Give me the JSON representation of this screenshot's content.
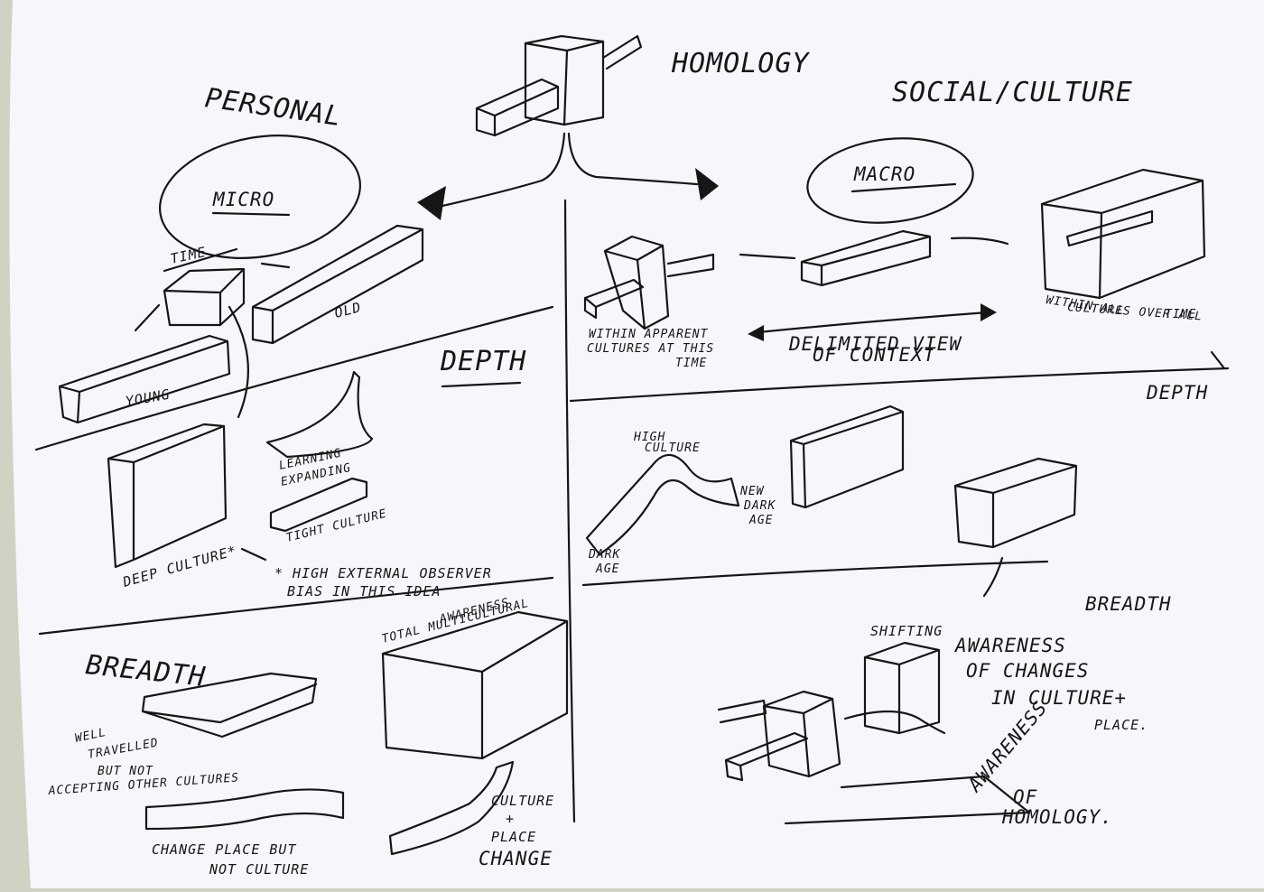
{
  "sketch": {
    "title": "HOMOLOGY",
    "left_heading": "PERSONAL",
    "right_heading": "SOCIAL/CULTURE",
    "micro": "MICRO",
    "macro": "MACRO",
    "time": "TIME",
    "old": "OLD",
    "young": "YOUNG",
    "depth_left": "DEPTH",
    "depth_right": "DEPTH",
    "learning_expanding": [
      "LEARNING",
      "EXPANDING"
    ],
    "tight_culture": "TIGHT CULTURE",
    "deep_culture": "DEEP CULTURE*",
    "observer_note": [
      "* HIGH EXTERNAL OBSERVER",
      "BIAS IN THIS IDEA"
    ],
    "breadth_left": "BREADTH",
    "breadth_right": "BREADTH",
    "total_awareness": [
      "AWARENESS",
      "TOTAL MULTICULTURAL"
    ],
    "well_travelled": [
      "WELL",
      "TRAVELLED",
      "BUT NOT",
      "ACCEPTING OTHER CULTURES"
    ],
    "change_place": [
      "CHANGE PLACE BUT",
      "NOT CULTURE"
    ],
    "culture_place_change": [
      "CULTURE",
      "+",
      "PLACE",
      "CHANGE"
    ],
    "within_apparent": [
      "WITHIN APPARENT",
      "CULTURES AT THIS",
      "TIME"
    ],
    "delimited_view": [
      "DELIMITED VIEW",
      "OF CONTEXT"
    ],
    "within_all": [
      "WITHIN ALL",
      "CULTURES OVER ALL",
      "TIME"
    ],
    "high_culture": [
      "HIGH",
      "CULTURE"
    ],
    "new_dark_age": [
      "NEW",
      "DARK",
      "AGE"
    ],
    "dark_age": [
      "DARK",
      "AGE"
    ],
    "shifting": "SHIFTING",
    "awareness_changes": [
      "AWARENESS",
      "OF CHANGES",
      "IN CULTURE+",
      "PLACE."
    ],
    "awareness_homology": [
      "AWARENESS",
      "OF",
      "HOMOLOGY."
    ]
  }
}
